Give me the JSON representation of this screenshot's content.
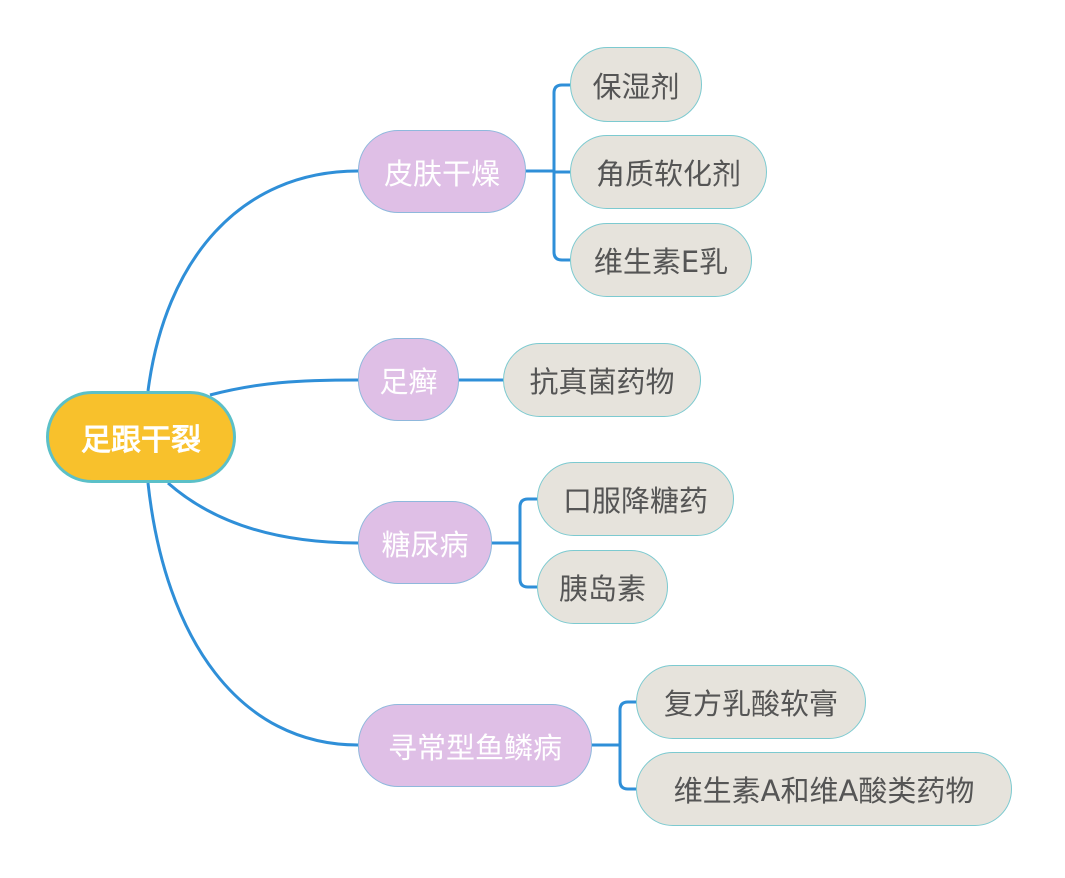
{
  "root": {
    "label": "足跟干裂"
  },
  "branches": [
    {
      "label": "皮肤干燥",
      "children": [
        "保湿剂",
        "角质软化剂",
        "维生素E乳"
      ]
    },
    {
      "label": "足癣",
      "children": [
        "抗真菌药物"
      ]
    },
    {
      "label": "糖尿病",
      "children": [
        "口服降糖药",
        "胰岛素"
      ]
    },
    {
      "label": "寻常型鱼鳞病",
      "children": [
        "复方乳酸软膏",
        "维生素A和维A酸类药物"
      ]
    }
  ],
  "colors": {
    "line": "#2f8fd8",
    "root": "#f8c12c",
    "branch": "#dfbfe6",
    "leaf": "#e6e3dc"
  }
}
